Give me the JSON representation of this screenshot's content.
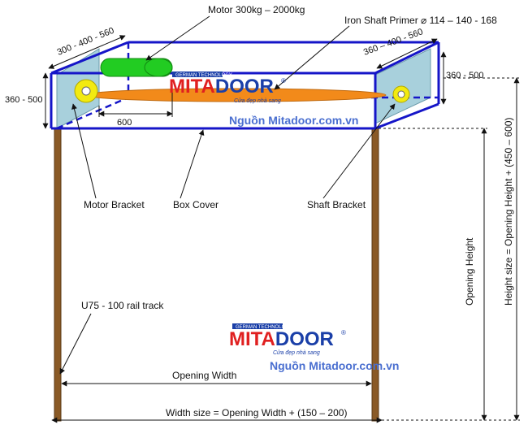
{
  "labels": {
    "motor": "Motor 300kg – 2000kg",
    "shaft": "Iron Shaft Primer ⌀ 114 – 140 - 168",
    "dim_left_depth": "300 - 400 - 560",
    "dim_right_depth": "360 – 400 - 560",
    "dim_left_height": "360 - 500",
    "dim_right_height": "360 - 500",
    "dim_600": "600",
    "motor_bracket": "Motor Bracket",
    "box_cover": "Box Cover",
    "shaft_bracket": "Shaft Bracket",
    "rail_track": "U75 - 100 rail track",
    "opening_width": "Opening Width",
    "width_size": "Width size = Opening Width + (150 – 200)",
    "opening_height": "Opening Height",
    "height_size": "Height size = Opening Height + (450 – 600)"
  },
  "logo": {
    "brand_red": "MITA",
    "brand_blue": "DOOR",
    "small_text": "GERMAN TECHNOLOGY",
    "tagline": "Cửa đẹp nhà sang",
    "registered": "®"
  },
  "watermark": "Nguồn Mitadoor.com.vn",
  "colors": {
    "box_line": "#1515c8",
    "motor": "#22cc22",
    "shaft": "#f28a1a",
    "bracket_fill": "#a8d0dc",
    "post": "#8a5a26",
    "brand_red": "#e02020",
    "brand_blue": "#1a3fa8",
    "watermark": "#4a6fd0"
  }
}
